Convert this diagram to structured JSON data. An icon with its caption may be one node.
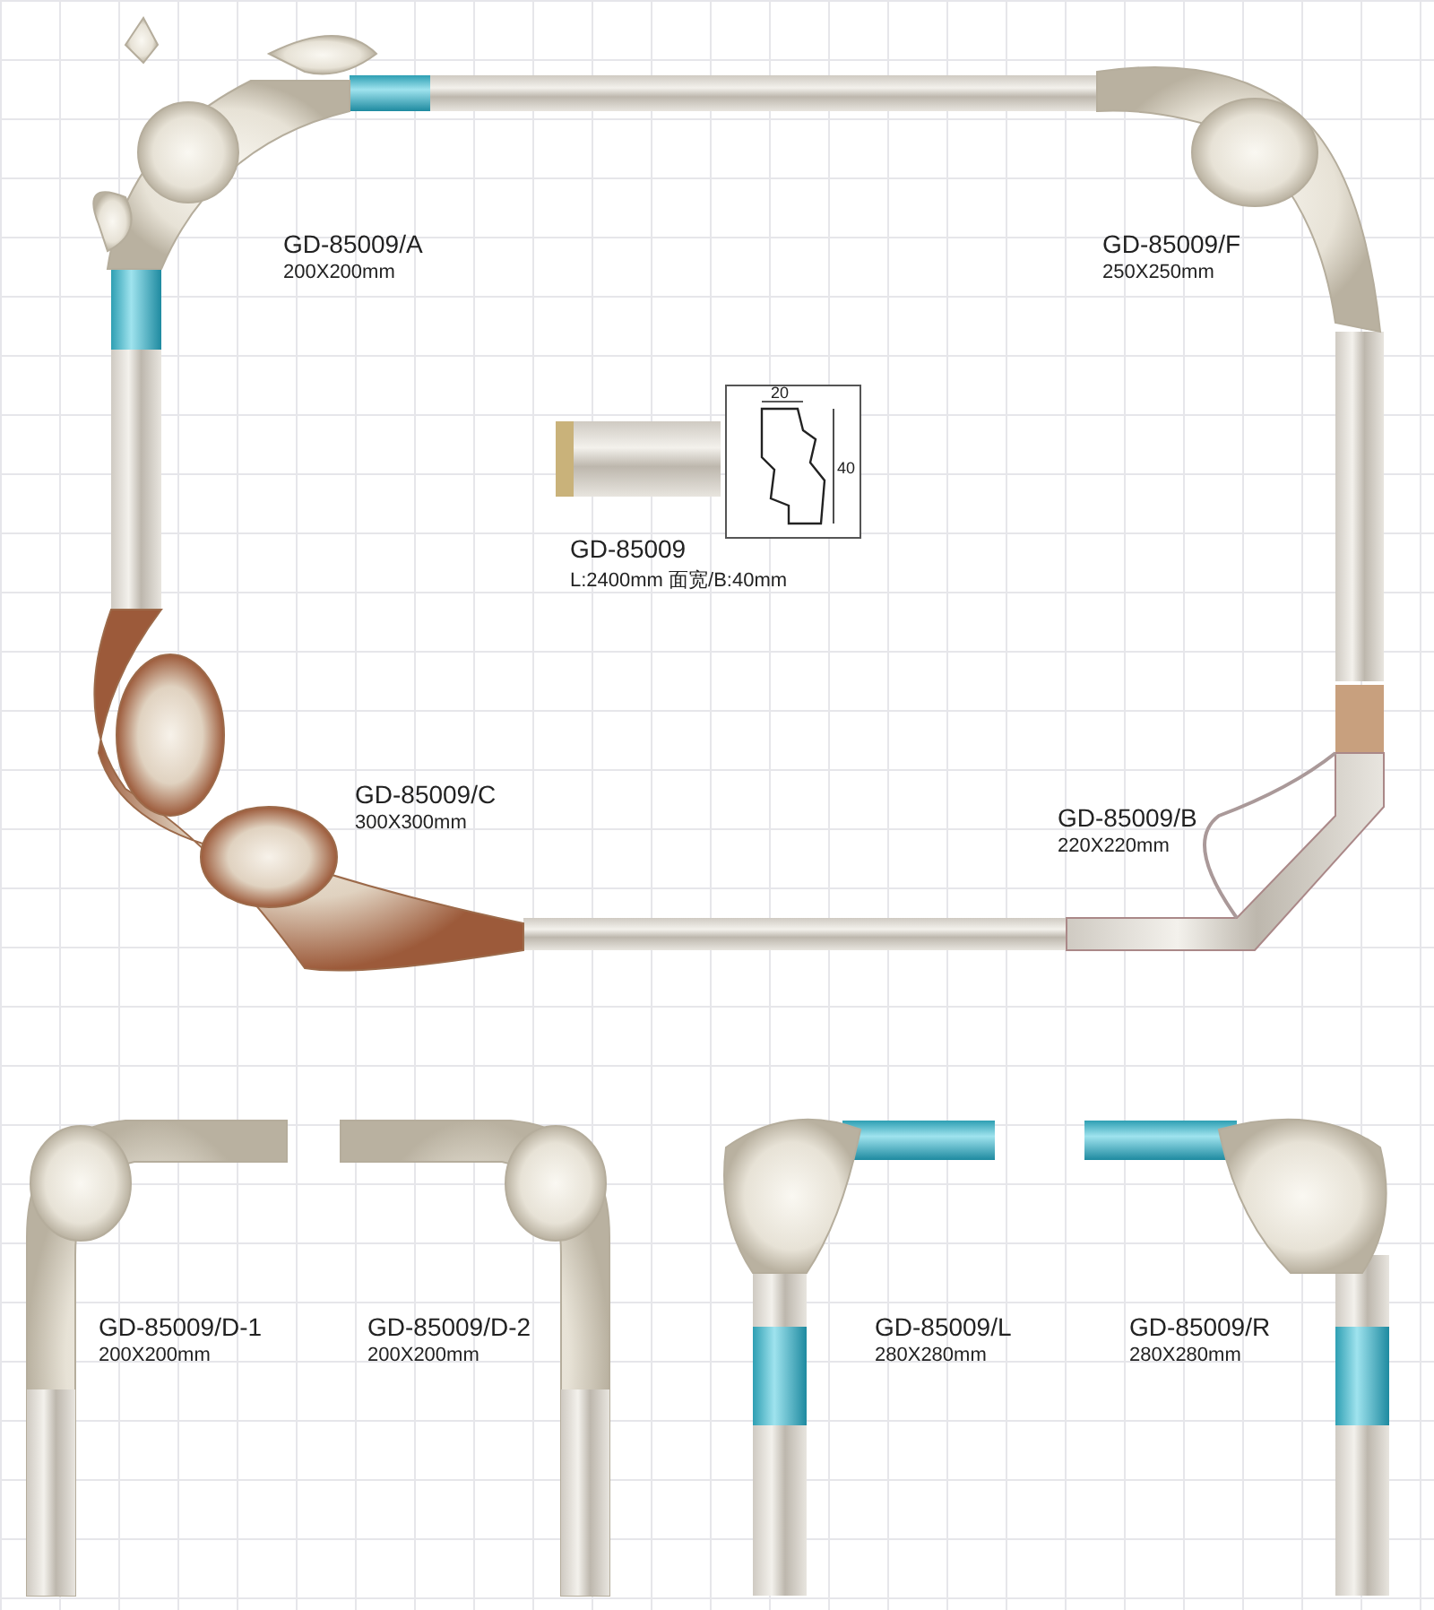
{
  "diagram": {
    "labels": [
      "GD-85009/A",
      "200X200mm",
      "GD-85009/F",
      "250X250mm",
      "20",
      "40",
      "GD-85009",
      "L:2400mm 面宽/B:40mm",
      "GD-85009/C",
      "300X300mm",
      "GD-85009/B",
      "220X220mm",
      "GD-85009/D-1",
      "200X200mm",
      "GD-85009/D-2",
      "200X200mm",
      "GD-85009/L",
      "280X280mm",
      "GD-85009/R",
      "280X280mm"
    ]
  }
}
